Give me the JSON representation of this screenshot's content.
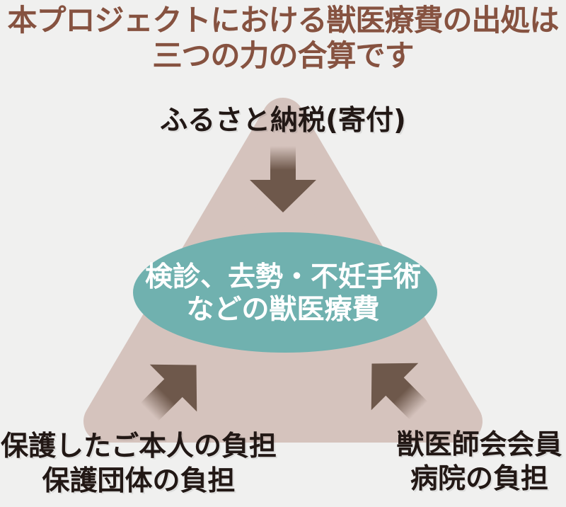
{
  "title": {
    "line1": "本プロジェクトにおける獣医療費の出処は",
    "line2": "三つの力の合算です"
  },
  "diagram": {
    "top_source": "ふるさと納税(寄付)",
    "center": {
      "line1": "検診、去勢・不妊手術",
      "line2": "などの獣医療費"
    },
    "bottom_left": {
      "line1": "保護したご本人の負担",
      "line2": "保護団体の負担"
    },
    "bottom_right": {
      "line1": "獣医師会会員",
      "line2": "病院の負担"
    }
  },
  "icons": {
    "down": "arrow-down-icon",
    "up_right": "arrow-up-right-icon",
    "up_left": "arrow-up-left-icon"
  },
  "colors": {
    "background": "#f0f0ef",
    "triangle": "#d5c3bd",
    "arrow": "#6e584b",
    "ellipse": "#70b1af",
    "title_text": "#865240",
    "dark_text": "#221815",
    "center_text": "#ffffff"
  }
}
